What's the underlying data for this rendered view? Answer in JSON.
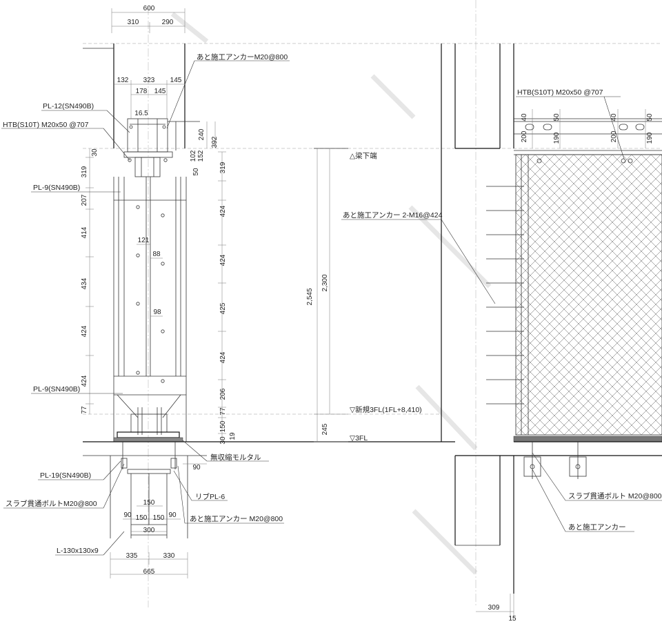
{
  "top_dims": {
    "total": "600",
    "left": "310",
    "right": "290"
  },
  "column_dims": {
    "d132": "132",
    "d323": "323",
    "d145a": "145",
    "d178": "178",
    "d145b": "145",
    "d16_5": "16.5",
    "d121": "121",
    "d88": "88",
    "d98": "98"
  },
  "right_stack": {
    "d240": "240",
    "d392": "392",
    "d102": "102",
    "d152": "152",
    "d50": "50",
    "d319": "319",
    "d424a": "424",
    "d424b": "424",
    "d425": "425",
    "d424c": "424",
    "d206": "206",
    "d77": "77",
    "d150": "150",
    "d30": "30",
    "d19": "19"
  },
  "left_stack": {
    "d30": "30",
    "d319": "319",
    "d207": "207",
    "d414": "414",
    "d434": "434",
    "d424a": "424",
    "d424b": "424",
    "d77": "77"
  },
  "bottom_dims": {
    "d90": "90",
    "d150a": "150",
    "d90a": "90",
    "d150b": "150",
    "d150c": "150",
    "d90b": "90",
    "d300": "300",
    "d335": "335",
    "d330": "330",
    "d665": "665"
  },
  "middle_dims": {
    "d2545": "2,545",
    "d2300": "2,300",
    "d245": "245"
  },
  "labels": {
    "anchor_top": "あと施工アンカーM20@800",
    "pl12": "PL-12(SN490B)",
    "htb_left": "HTB(S10T) M20x50 @707",
    "pl9_top": "PL-9(SN490B)",
    "pl9_bot": "PL-9(SN490B)",
    "mortar": "無収縮モルタル",
    "pl19": "PL-19(SN490B)",
    "slab_bolt_left": "スラブ貫通ボルトM20@800",
    "rib": "リブPL-6",
    "anchor_bot": "あと施工アンカー M20@800",
    "angle": "L-130x130x9",
    "beam_bottom": "△梁下端",
    "anchor_mid": "あと施工アンカー 2-M16@424",
    "new_3fl": "▽新規3FL(1FL+8,410)",
    "fl3": "▽3FL",
    "htb_right": "HTB(S10T) M20x50 @707",
    "slab_bolt_right": "スラブ貫通ボルト M20@800",
    "anchor_right": "あと施工アンカー"
  },
  "right_dims": {
    "d40a": "40",
    "d50a": "50",
    "d40b": "40",
    "d50b": "50",
    "d200a": "200",
    "d190a": "190",
    "d200b": "200",
    "d190b": "190",
    "d309": "309",
    "d15": "15"
  }
}
